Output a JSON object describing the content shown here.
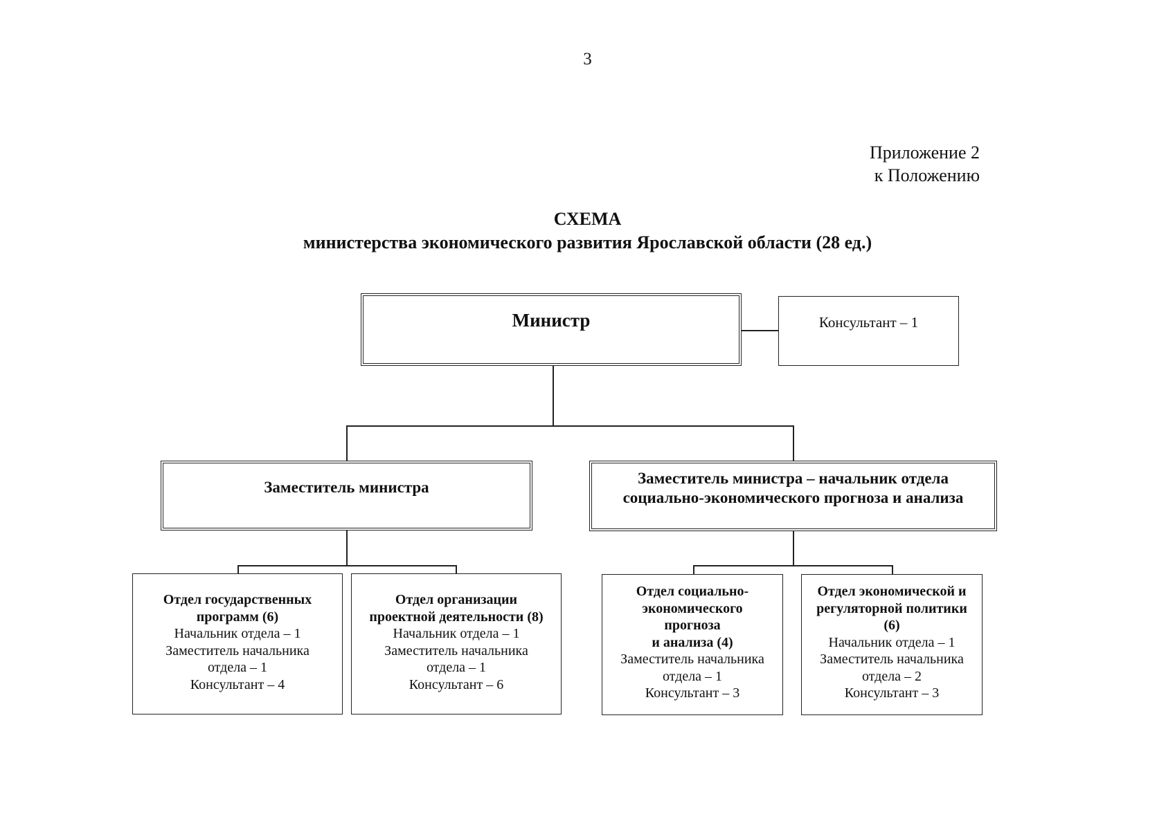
{
  "page_number": "3",
  "appendix": {
    "line1": "Приложение 2",
    "line2": "к Положению"
  },
  "title": {
    "line1": "СХЕМА",
    "line2": "министерства экономического развития Ярославской области (28 ед.)"
  },
  "minister": {
    "title": "Министр"
  },
  "consultant": {
    "text": "Консультант – 1"
  },
  "deputy1": {
    "title": "Заместитель министра"
  },
  "deputy2": {
    "line1": "Заместитель министра – начальник отдела",
    "line2": "социально-экономического прогноза и анализа"
  },
  "departments": [
    {
      "title_lines": [
        "Отдел государственных",
        "программ (6)"
      ],
      "staff": [
        "Начальник отдела – 1",
        "Заместитель начальника",
        "отдела – 1",
        "Консультант – 4"
      ]
    },
    {
      "title_lines": [
        "Отдел организации",
        "проектной деятельности (8)"
      ],
      "staff": [
        "Начальник отдела – 1",
        "Заместитель начальника",
        "отдела – 1",
        "Консультант – 6"
      ]
    },
    {
      "title_lines": [
        "Отдел социально-",
        "экономического",
        "прогноза",
        "и анализа (4)"
      ],
      "staff": [
        "Заместитель начальника",
        "отдела – 1",
        "Консультант – 3"
      ]
    },
    {
      "title_lines": [
        "Отдел экономической и",
        "регуляторной политики",
        "(6)"
      ],
      "staff": [
        "Начальник отдела – 1",
        "Заместитель начальника",
        "отдела – 2",
        "Консультант – 3"
      ]
    }
  ]
}
